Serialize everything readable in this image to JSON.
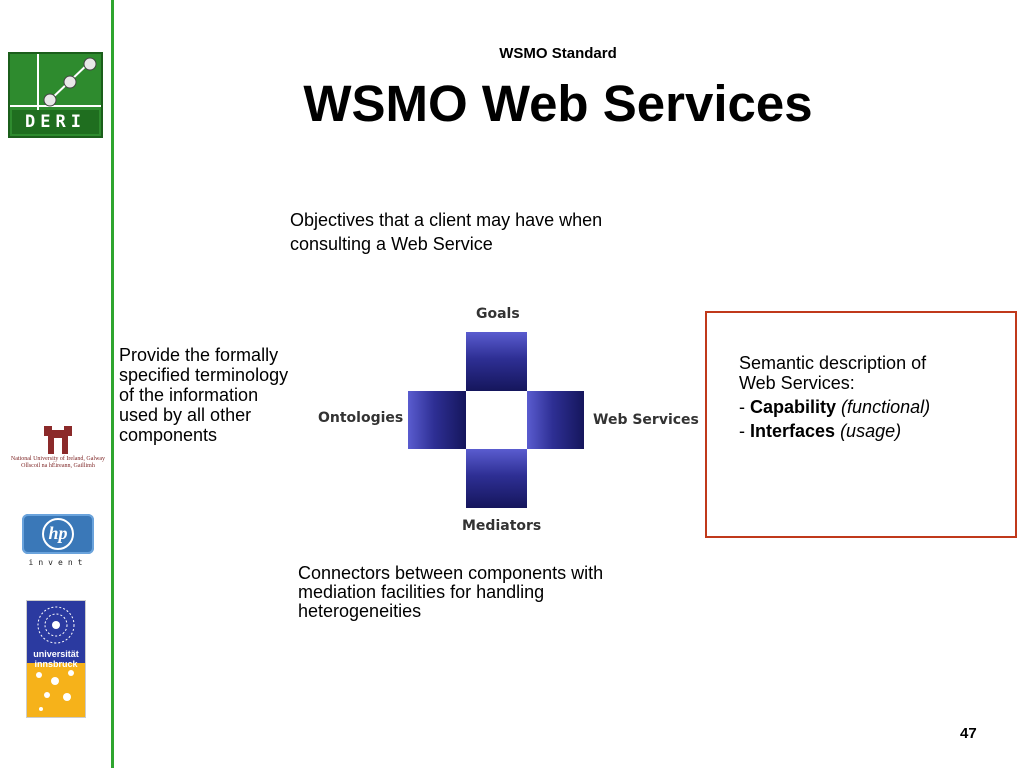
{
  "header": {
    "subtitle": "WSMO Standard",
    "title": "WSMO Web Services"
  },
  "logos": {
    "deri": "DERI",
    "nuig": "National University of Ireland, Galway\nOllscoil na hÉireann, Gaillimh",
    "hp_mark": "hp",
    "hp_tagline": "invent",
    "uibk": "universität innsbruck"
  },
  "goals": {
    "label": "Goals",
    "description": "Objectives that a client may have when consulting a Web Service"
  },
  "ontologies": {
    "label": "Ontologies",
    "description_lines": [
      "Provide the formally",
      "specified terminology",
      "of the information",
      "used by all other",
      "components"
    ]
  },
  "web_services": {
    "label": "Web Services",
    "description_intro": "Semantic description of",
    "description_intro2": "Web Services:",
    "items": [
      {
        "dash": "- ",
        "term": "Capability",
        "note": "(functional)"
      },
      {
        "dash": "- ",
        "term": "Interfaces",
        "note": "(usage)"
      }
    ]
  },
  "mediators": {
    "label": "Mediators",
    "description_lines": [
      "Connectors between components with",
      "mediation facilities for handling",
      "heterogeneities"
    ]
  },
  "colors": {
    "sidebar_line": "#2fa52f",
    "box_border": "#c0391b",
    "cross_blue": "#2e2f94"
  },
  "page_number": "47"
}
